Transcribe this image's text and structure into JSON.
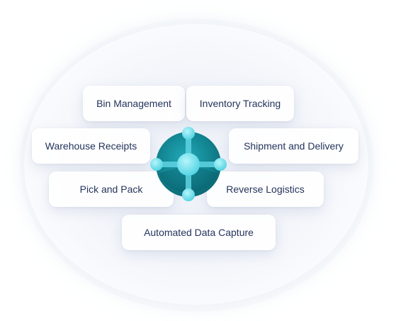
{
  "cards": {
    "bin_management": "Bin Management",
    "inventory_tracking": "Inventory Tracking",
    "warehouse_receipts": "Warehouse Receipts",
    "shipment_delivery": "Shipment and Delivery",
    "pick_pack": "Pick and Pack",
    "reverse_logistics": "Reverse Logistics",
    "automated_data_capture": "Automated Data Capture"
  },
  "logo": {
    "icon": "business-central-logo-icon",
    "colors": {
      "dark_teal": "#0b6e79",
      "mid_teal": "#1797a6",
      "light_cyan": "#7fe6f0",
      "node_cyan": "#63d9e8"
    }
  },
  "theme": {
    "text_color": "#24345a",
    "card_bg": "#ffffff"
  }
}
